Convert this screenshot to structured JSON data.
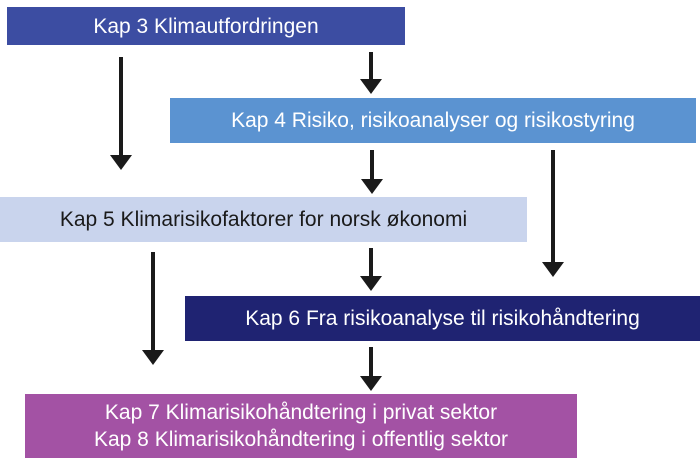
{
  "flowchart": {
    "background": "#FFFFFF",
    "arrow_color": "#1A1A1A",
    "nodes": [
      {
        "id": "kap3",
        "label": "Kap 3 Klimautfordringen",
        "bg": "#3C4DA2",
        "text_color": "#FFFFFF"
      },
      {
        "id": "kap4",
        "label": "Kap 4 Risiko, risikoanalyser og risikostyring",
        "bg": "#5B93D1",
        "text_color": "#FFFFFF"
      },
      {
        "id": "kap5",
        "label": "Kap 5 Klimarisikofaktorer for norsk økonomi",
        "bg": "#C9D4ED",
        "text_color": "#1A1A1A"
      },
      {
        "id": "kap6",
        "label": "Kap 6 Fra risikoanalyse til risikohåndtering",
        "bg": "#1F2372",
        "text_color": "#FFFFFF"
      },
      {
        "id": "kap7_8",
        "lines": [
          "Kap 7 Klimarisikohåndtering i privat sektor",
          "Kap 8 Klimarisikohåndtering i offentlig sektor"
        ],
        "bg": "#A352A4",
        "text_color": "#FFFFFF"
      }
    ],
    "arrows": [
      {
        "from": "kap3",
        "to": "kap5"
      },
      {
        "from": "kap3",
        "to": "kap4"
      },
      {
        "from": "kap4",
        "to": "kap5"
      },
      {
        "from": "kap4",
        "to": "kap6"
      },
      {
        "from": "kap5",
        "to": "kap7_8"
      },
      {
        "from": "kap5",
        "to": "kap6"
      },
      {
        "from": "kap6",
        "to": "kap7_8"
      }
    ]
  }
}
